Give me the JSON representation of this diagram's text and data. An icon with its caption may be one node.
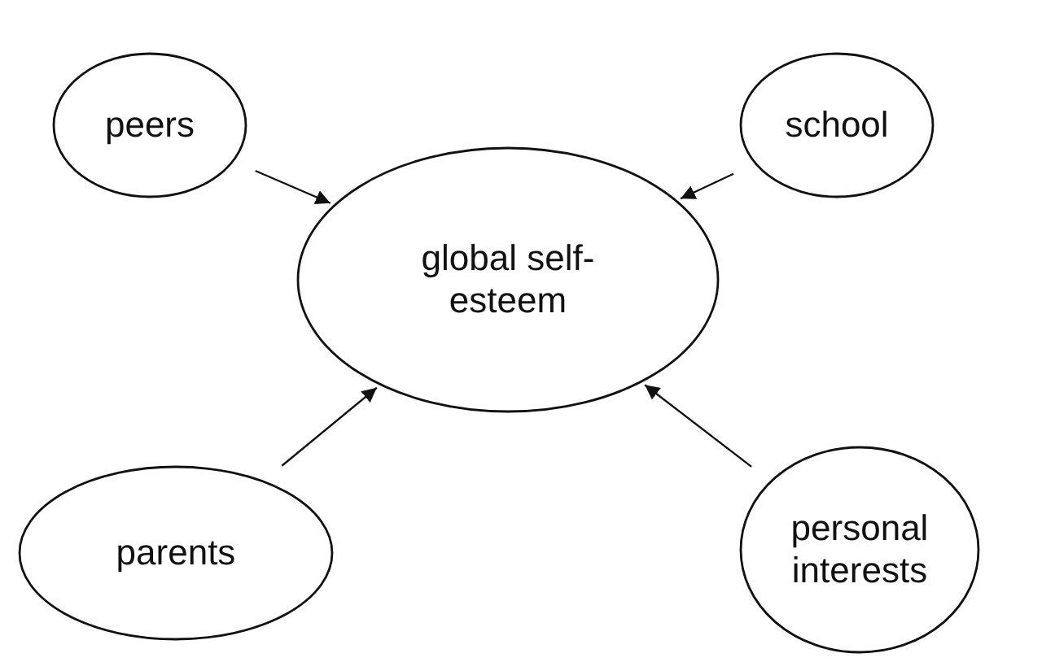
{
  "diagram": {
    "nodes": [
      {
        "text": [
          "peers"
        ]
      },
      {
        "text": [
          "school"
        ]
      },
      {
        "text": [
          "global self-esteem"
        ]
      },
      {
        "text": [
          "parents"
        ]
      },
      {
        "text": [
          "personal interests"
        ]
      }
    ],
    "edges": [
      {
        "from": 0,
        "to": 2,
        "arrow": "to"
      },
      {
        "from": 1,
        "to": 2,
        "arrow": "to"
      },
      {
        "from": 3,
        "to": 2,
        "arrow": "to"
      },
      {
        "from": 4,
        "to": 2,
        "arrow": "to"
      }
    ]
  }
}
